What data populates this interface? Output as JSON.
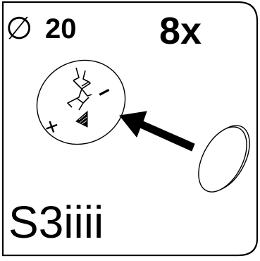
{
  "card": {
    "diameter_symbol": "∅",
    "diameter_value": "20",
    "quantity": "8x",
    "part_code": "S3iiii"
  },
  "callout": {
    "minus_sign": "−",
    "plus_sign": "+"
  },
  "icons": {
    "battery_cell": "battery-cell-icon",
    "polarity_diagram": "battery-holder-polarity-icon",
    "insert_arrow": "insert-arrow-icon",
    "triangle_marker": "polarity-triangle-icon"
  },
  "colors": {
    "line": "#000000",
    "background": "#ffffff"
  }
}
